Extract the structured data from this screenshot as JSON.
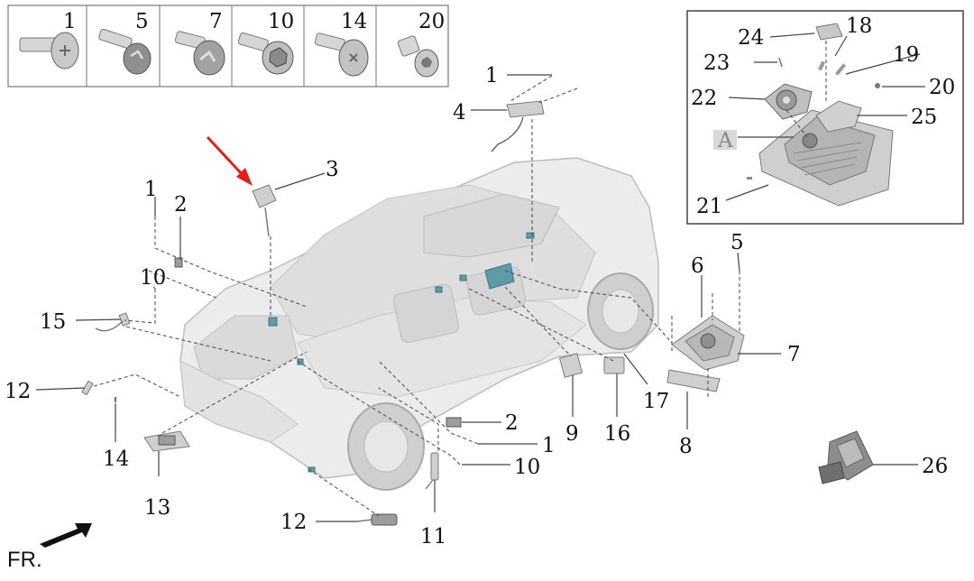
{
  "fastener_legend": {
    "items": [
      {
        "id": "1",
        "icon": "flat-head-bolt"
      },
      {
        "id": "5",
        "icon": "flange-screw"
      },
      {
        "id": "7",
        "icon": "flange-screw"
      },
      {
        "id": "10",
        "icon": "hex-flange-bolt"
      },
      {
        "id": "14",
        "icon": "flat-head-bolt"
      },
      {
        "id": "20",
        "icon": "socket-head-screw"
      }
    ]
  },
  "inset": {
    "labels": [
      "24",
      "18",
      "23",
      "19",
      "20",
      "22",
      "25",
      "A",
      "21"
    ]
  },
  "callouts": {
    "c1_top": "1",
    "c4": "4",
    "c3": "3",
    "c1_left": "1",
    "c2_left": "2",
    "c10_left": "10",
    "c15": "15",
    "c12_left": "12",
    "c14": "14",
    "c13": "13",
    "c12_bottom": "12",
    "c11": "11",
    "c10_bottom": "10",
    "c1_mid": "1",
    "c2_mid": "2",
    "c9": "9",
    "c16": "16",
    "c17": "17",
    "c8": "8",
    "c6": "6",
    "c5": "5",
    "c7": "7",
    "c26": "26"
  },
  "front_marker": "FR.",
  "colors": {
    "highlight_arrow": "#e0201b",
    "module_highlight": "#5f9aa6",
    "line": "#444444"
  }
}
